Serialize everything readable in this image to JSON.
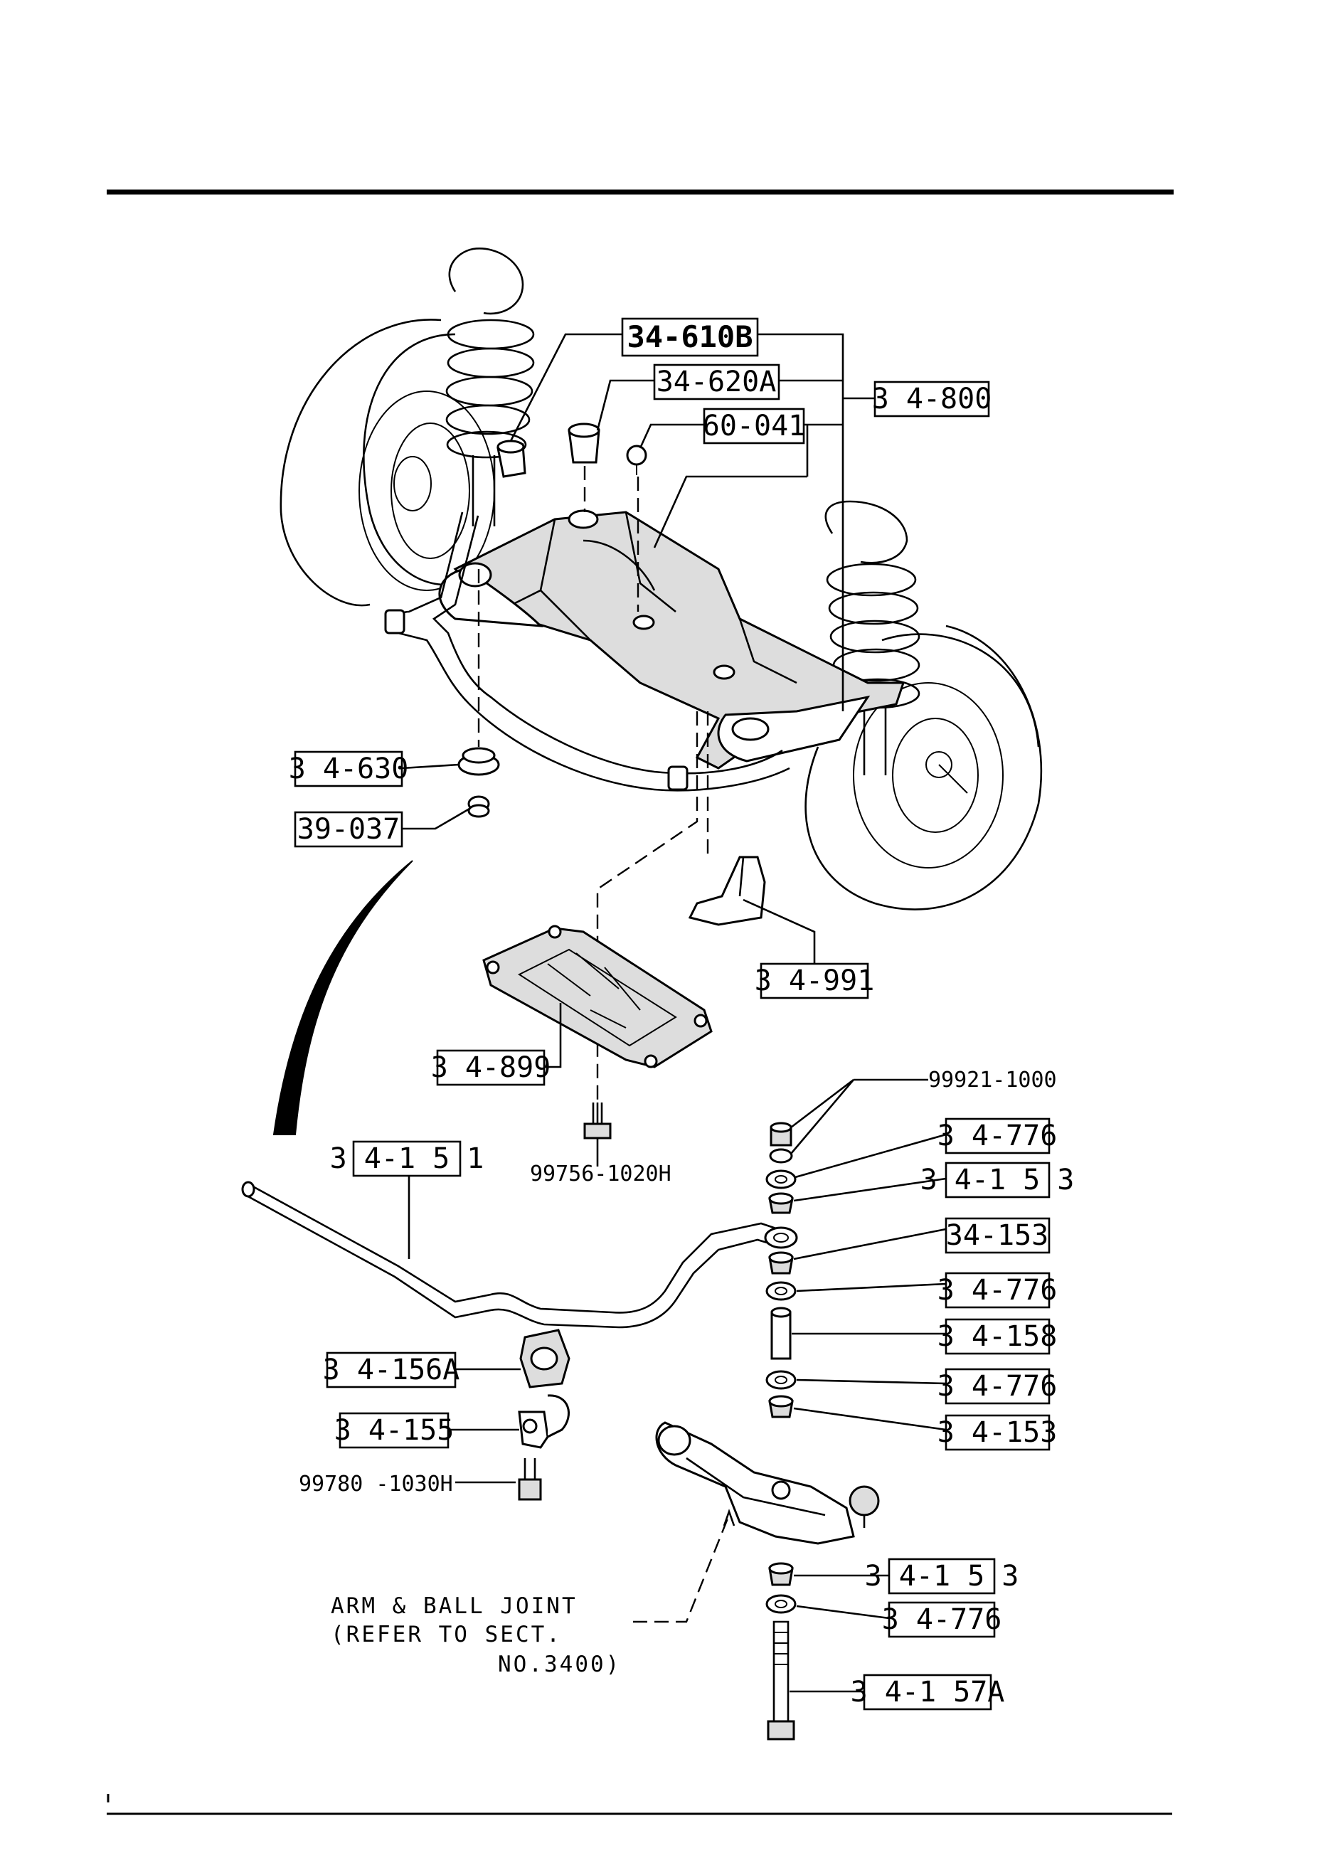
{
  "labels": {
    "p610b": "34-610B",
    "p620a": "34-620A",
    "p800": "3 4-800",
    "p041": "60-041",
    "p630": "3 4-630",
    "p037": "39-037",
    "p991": "3 4-991",
    "p899": "3 4-899",
    "p151": "3 4-1 5 1",
    "p776a": "3 4-776",
    "p153a": "3 4-1 5 3",
    "p153b": "34-153",
    "p776b": "3 4-776",
    "p158": "3 4-158",
    "p776c": "3 4-776",
    "p153c": "3 4-153",
    "p156a": "3 4-156A",
    "p155": "3 4-155",
    "p153d": "3 4-1 5 3",
    "p776d": "3 4-776",
    "p157a": "3 4-1 57A"
  },
  "part_numbers": {
    "bolt_top": "99921-1000",
    "bolt_mid": "99756-1020H",
    "bolt_clamp": "99780 -1030H"
  },
  "note": {
    "line1": "ARM  & BALL  JOINT",
    "line2": "(REFER  TO  SECT.",
    "line3": "NO.3400)"
  }
}
